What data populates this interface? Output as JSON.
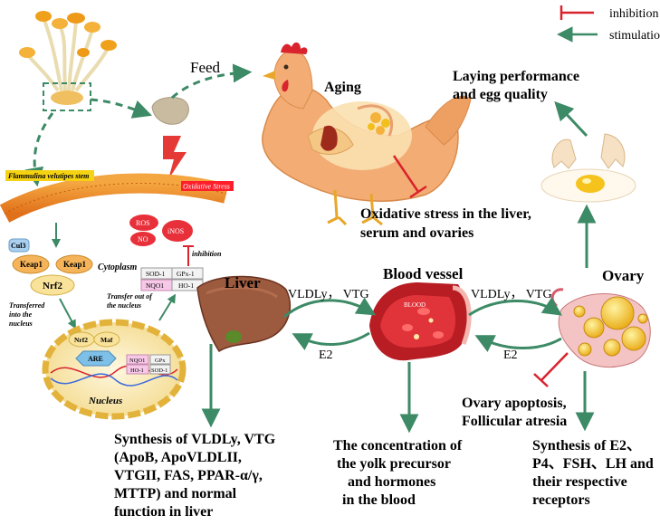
{
  "legend": {
    "inhibition": "inhibition",
    "stimulation": "stimulation"
  },
  "labels": {
    "feed": "Feed",
    "aging": "Aging",
    "laying": [
      "Laying performance",
      "and egg quality"
    ],
    "oxidative_stress_box": "Oxidative Stress",
    "stem_box": "Flammulina velutipes stem",
    "oxidative_outcome": [
      "Oxidative stress in the liver,",
      "serum and ovaries"
    ],
    "cytoplasm": "Cytoplasm",
    "inhibition_small": "inhibition",
    "transferred_into": [
      "Transferred",
      "into the",
      "nucleus"
    ],
    "transfer_out": [
      "Transfer out of",
      "the nucleus"
    ],
    "nucleus": "Nucleus",
    "liver": "Liver",
    "blood_vessel": "Blood vessel",
    "ovary": "Ovary",
    "vldl_vtg_left": "VLDLy， VTG",
    "vldl_vtg_right": "VLDLy， VTG",
    "e2_left": "E2",
    "e2_right": "E2",
    "blood_text": "BLOOD",
    "ovary_apoptosis": [
      "Ovary apoptosis,",
      "Follicular atresia"
    ],
    "liver_synthesis": [
      "Synthesis of VLDLy, VTG",
      "(ApoB, ApoVLDLII,",
      "VTGII, FAS, PPAR-α/γ,",
      "MTTP) and normal",
      "function in liver"
    ],
    "yolk": [
      "The concentration of",
      "the yolk precursor",
      "and hormones",
      "in the blood"
    ],
    "ovary_synthesis": [
      "Synthesis of E2、",
      "P4、FSH、LH and",
      "their respective",
      "receptors"
    ]
  },
  "molecules": {
    "cul3": "Cul3",
    "keap1_a": "Keap1",
    "keap1_b": "Keap1",
    "nrf2": "Nrf2",
    "ros": "ROS",
    "no": "NO",
    "inos": "iNOS",
    "sod1": "SOD-1",
    "gpx1": "GPx-1",
    "nqo1": "NQO1",
    "ho1": "HO-1",
    "nrf2_nuc": "Nrf2",
    "maf": "Maf",
    "are": "ARE",
    "nqo1_nuc": "NQO1",
    "gpx_nuc": "GPx",
    "ho1_nuc": "HO-1",
    "sod1_nuc": "SOD-1"
  },
  "colors": {
    "stimulation": "#3d8a66",
    "inhibition": "#d9232d",
    "vessel": "#b81d24",
    "liver": "#9c5a3e",
    "ovary_yellow": "#f2bf1c"
  }
}
